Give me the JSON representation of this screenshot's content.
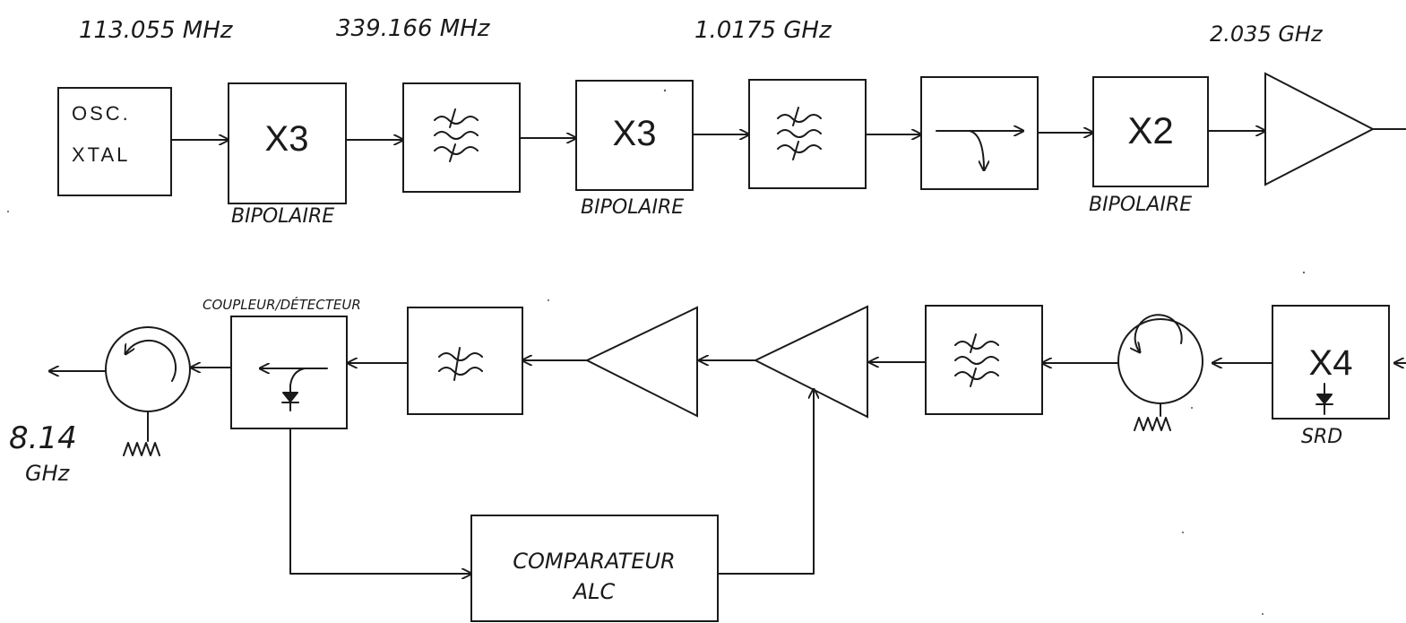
{
  "frequencies": {
    "f1": "113.055 MHz",
    "f2": "339.166 MHz",
    "f3": "1.0175 GHz",
    "f4": "2.035 GHz",
    "out_value": "8.14",
    "out_unit": "GHz"
  },
  "blocks": {
    "osc_line1": "OSC.",
    "osc_line2": "XTAL",
    "mult1": "X3",
    "mult2": "X3",
    "mult3": "X2",
    "mult4": "X4",
    "comparator_line1": "COMPARATEUR",
    "comparator_line2": "ALC"
  },
  "labels": {
    "bipolaire_1": "BIPOLAIRE",
    "bipolaire_2": "BIPOLAIRE",
    "bipolaire_3": "BIPOLAIRE",
    "coupler": "COUPLEUR/DÉTECTEUR",
    "srd": "SRD"
  }
}
